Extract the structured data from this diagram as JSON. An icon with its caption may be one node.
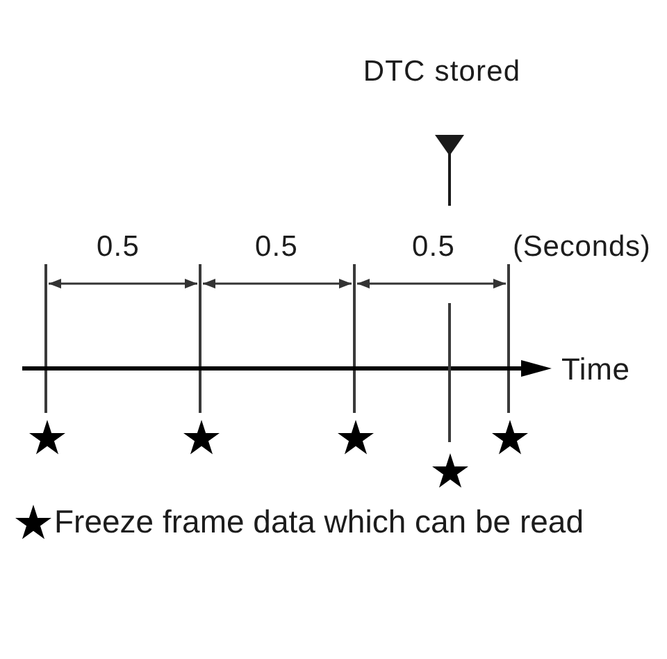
{
  "diagram": {
    "labels": [
      "DTC stored",
      "0.5",
      "0.5",
      "0.5",
      "(Seconds)",
      "Time"
    ],
    "legend": [
      {
        "text": "Freeze frame data which can be read"
      }
    ]
  }
}
